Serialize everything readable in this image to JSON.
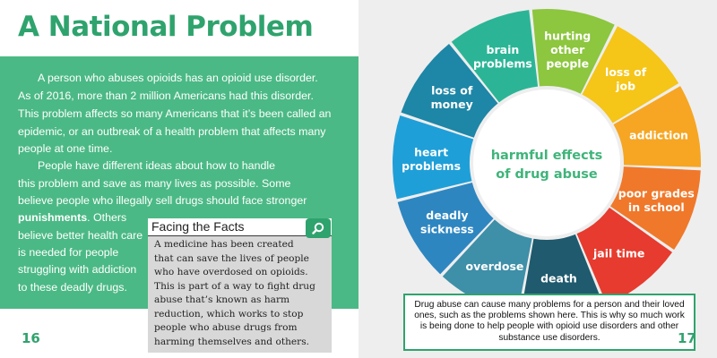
{
  "left": {
    "title": "A National Problem",
    "paragraph_lines": [
      "A person who abuses opioids has an opioid use disorder.",
      "As of 2016, more than 2 million Americans had this disorder.",
      "This problem affects so many Americans that it’s been called an",
      "epidemic, or an outbreak of a health problem that affects many",
      "people at one time.",
      "People have different ideas about how to handle",
      "this problem and save as many lives as possible. Some",
      "believe people who illegally sell drugs should face stronger"
    ],
    "bold_word": "punishments",
    "after_bold": ". Others",
    "side_lines": [
      "believe better health care",
      "is needed for people",
      "struggling with addiction",
      "to these deadly drugs."
    ],
    "page_number": "16"
  },
  "facts": {
    "title": "Facing the Facts",
    "lines": [
      "A medicine has been created",
      "that can save the lives of people",
      "who have overdosed on opioids.",
      "This is part of a way to fight drug",
      "abuse that’s known as harm",
      "reduction, which works to stop",
      "people who abuse drugs from",
      "harming themselves and others."
    ]
  },
  "right": {
    "wheel_center": [
      "harmful effects",
      "of drug abuse"
    ],
    "segments": [
      {
        "label": [
          "hurting",
          "other",
          "people"
        ],
        "color": "#8dc63f"
      },
      {
        "label": [
          "loss of",
          "job"
        ],
        "color": "#f5c518"
      },
      {
        "label": [
          "addiction"
        ],
        "color": "#f6a623"
      },
      {
        "label": [
          "poor grades",
          "in school"
        ],
        "color": "#f0782a"
      },
      {
        "label": [
          "jail time"
        ],
        "color": "#e63b2e"
      },
      {
        "label": [
          "death"
        ],
        "color": "#1f5a6e"
      },
      {
        "label": [
          "overdose"
        ],
        "color": "#3e8fa8"
      },
      {
        "label": [
          "deadly",
          "sickness"
        ],
        "color": "#2e86c1"
      },
      {
        "label": [
          "heart",
          "problems"
        ],
        "color": "#1f9fd8"
      },
      {
        "label": [
          "loss of",
          "money"
        ],
        "color": "#1e86a6"
      },
      {
        "label": [
          "brain",
          "problems"
        ],
        "color": "#2bb596"
      }
    ],
    "caption_lines": [
      "Drug abuse can cause many problems for a person and their loved",
      "ones, such as the problems shown here. This is why so much work",
      "is being done to help people with opioid use disorders and other",
      "substance use disorders."
    ],
    "page_number": "17"
  }
}
